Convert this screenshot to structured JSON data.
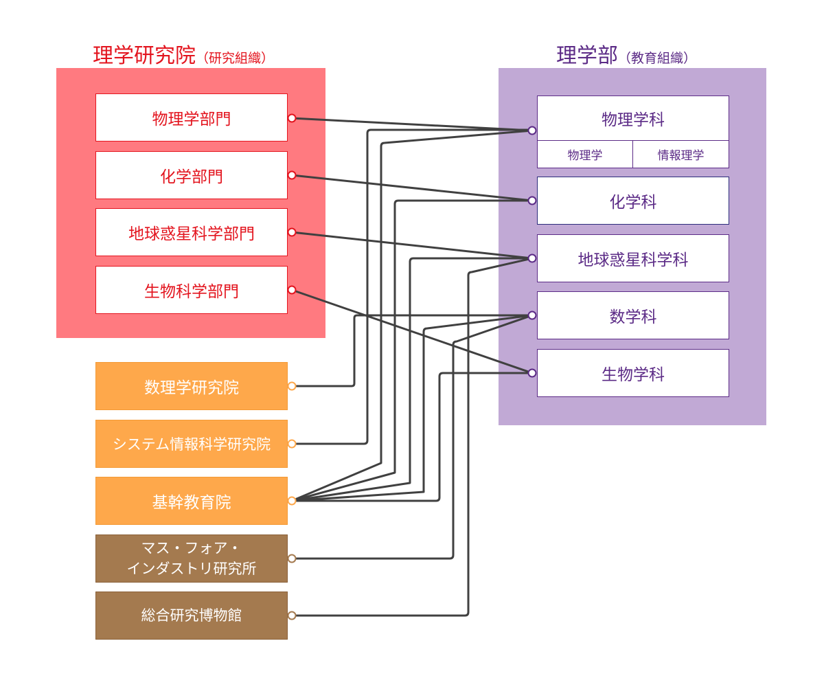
{
  "headings": {
    "left": {
      "main": "理学研究院",
      "sub": "（研究組織）"
    },
    "right": {
      "main": "理学部",
      "sub": "（教育組織）"
    }
  },
  "research_units": {
    "physics": "物理学部門",
    "chemistry": "化学部門",
    "earth_planetary": "地球惑星科学部門",
    "biology": "生物科学部門"
  },
  "departments": {
    "physics": {
      "name": "物理学科",
      "sub": [
        "物理学",
        "情報理学"
      ]
    },
    "chemistry": "化学科",
    "earth_planetary": "地球惑星科学科",
    "mathematics": "数学科",
    "biology": "生物学科"
  },
  "other_units": {
    "math_research": "数理学研究院",
    "info_science": "システム情報科学研究院",
    "core_education": "基幹教育院",
    "imi": [
      "マス・フォア・",
      "インダストリ研究所"
    ],
    "museum": "総合研究博物館"
  },
  "colors": {
    "research_red": "#e3141e",
    "research_panel": "#ff7a80",
    "education_purple": "#5b2a86",
    "education_panel": "#c1a9d5",
    "orange_unit": "#fea84b",
    "brown_unit": "#a47a4f",
    "connector": "#404040"
  }
}
